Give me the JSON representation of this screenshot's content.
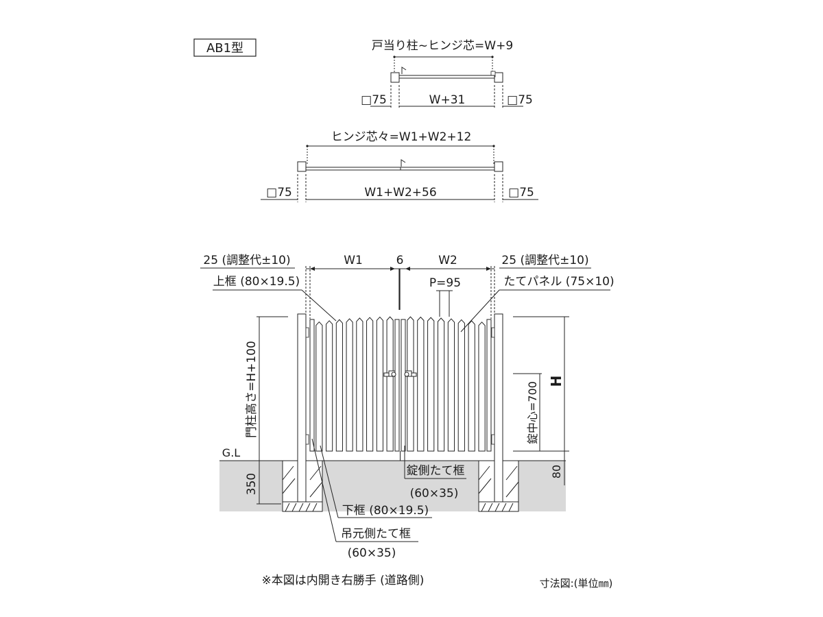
{
  "model_label": "AB1型",
  "top_plan": {
    "overall": "戸当り柱~ヒンジ芯=W+9",
    "left_post": "□75",
    "width": "W+31",
    "right_post": "□75"
  },
  "middle_plan": {
    "overall": "ヒンジ芯々=W1+W2+12",
    "left_post": "□75",
    "width": "W1+W2+56",
    "right_post": "□75"
  },
  "elevation": {
    "adjust_left": "25 (調整代±10)",
    "w1": "W1",
    "gap": "6",
    "w2": "W2",
    "adjust_right": "25 (調整代±10)",
    "pitch": "P=95",
    "top_frame": "上框 (80×19.5)",
    "vertical_panel": "たてパネル (75×10)",
    "post_height": "門柱高さ=H+100",
    "ground_line": "G.L",
    "depth": "350",
    "height": "H",
    "lock_center": "錠中心=700",
    "clearance": "80",
    "lock_side_frame": "錠側たて框",
    "lock_side_frame_size": "(60×35)",
    "bottom_frame": "下框 (80×19.5)",
    "hinge_side_frame": "吊元側たて框",
    "hinge_side_frame_size": "(60×35)"
  },
  "note": "※本図は内開き右勝手 (道路側)",
  "units": "寸法図:(単位㎜)"
}
